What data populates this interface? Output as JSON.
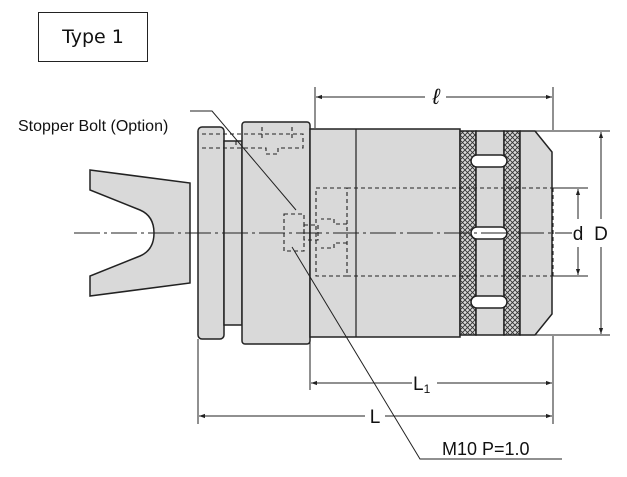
{
  "type_label": "Type 1",
  "callouts": {
    "stopper_bolt": "Stopper Bolt (Option)",
    "thread": "M10 P=1.0"
  },
  "dimensions": {
    "ell": "ℓ",
    "L1_main": "L",
    "L1_sub": "1",
    "L": "L",
    "d": "d",
    "D": "D"
  }
}
